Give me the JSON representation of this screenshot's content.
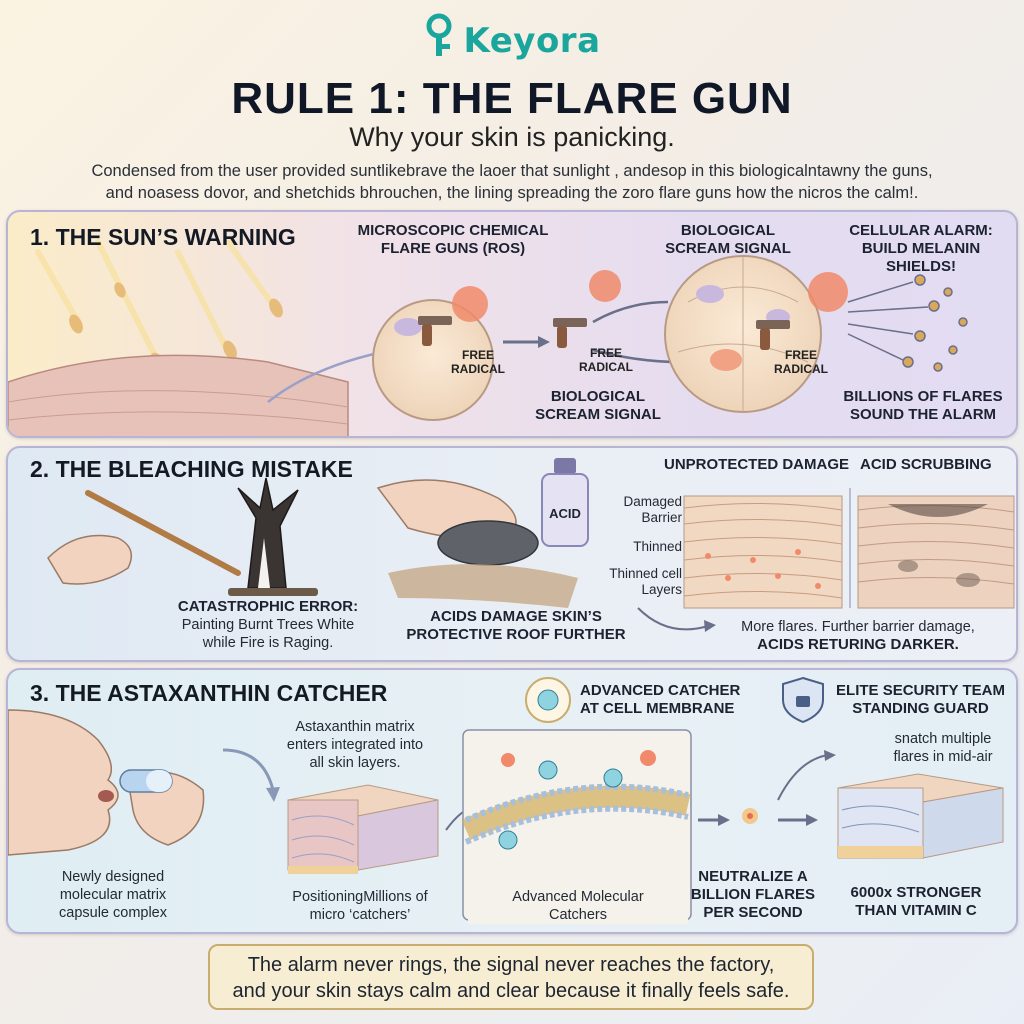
{
  "logo": "Keyora",
  "title": "RULE 1: THE FLARE GUN",
  "subtitle": "Why your skin is panicking.",
  "intro": {
    "line1": "Condensed from the user provided suntlikebrave the laoer that sunlight , andesop in this biologicalntawny the guns,",
    "line2": "and noasess dovor, and shetchids bhrouchen, the lining spreading the zoro flare guns how the nicros the calm!."
  },
  "section1": {
    "heading": "1. THE SUN’S WARNING",
    "flare_guns_line1": "MICROSCOPIC CHEMICAL",
    "flare_guns_line2": "FLARE GUNS (ROS)",
    "scream_top_line1": "BIOLOGICAL",
    "scream_top_line2": "SCREAM SIGNAL",
    "alarm_line1": "CELLULAR ALARM:",
    "alarm_line2": "BUILD MELANIN SHIELDS!",
    "free_radical_1_line1": "FREE",
    "free_radical_1_line2": "RADICAL",
    "free_radical_2_line1": "FREE",
    "free_radical_2_line2": "RADICAL",
    "free_radical_3_line1": "FREE",
    "free_radical_3_line2": "RADICAL",
    "scream_bottom_line1": "BIOLOGICAL",
    "scream_bottom_line2": "SCREAM SIGNAL",
    "billions_line1": "BILLIONS OF FLARES",
    "billions_line2": "SOUND THE ALARM"
  },
  "section2": {
    "heading": "2. THE BLEACHING MISTAKE",
    "error_title": "CATASTROPHIC ERROR:",
    "error_line1": "Painting Burnt Trees White",
    "error_line2": "while Fire is Raging.",
    "acid_label": "ACID",
    "acids_line1": "ACIDS DAMAGE SKIN’S",
    "acids_line2": "PROTECTIVE ROOF FURTHER",
    "unprotected": "UNPROTECTED DAMAGE",
    "scrubbing": "ACID SCRUBBING",
    "damaged_line1": "Damaged",
    "damaged_line2": "Barrier",
    "thinned": "Thinned",
    "thinned_cell_line1": "Thinned cell",
    "thinned_cell_line2": "Layers",
    "more_flares": "More flares. Further barrier damage,",
    "returning": "ACIDS RETURING DARKER."
  },
  "section3": {
    "heading": "3. THE ASTAXANTHIN CATCHER",
    "matrix_line1": "Astaxanthin matrix",
    "matrix_line2": "enters integrated into",
    "matrix_line3": "all skin layers.",
    "advanced_line1": "ADVANCED CATCHER",
    "advanced_line2": "AT CELL MEMBRANE",
    "elite_line1": "ELITE SECURITY TEAM",
    "elite_line2": "STANDING GUARD",
    "snatch_line1": "snatch multiple",
    "snatch_line2": "flares in mid-air",
    "capsule_line1": "Newly designed",
    "capsule_line2": "molecular matrix",
    "capsule_line3": "capsule complex",
    "positioning_line1": "PositioningMillions of",
    "positioning_line2": "micro ‘catchers’",
    "molecular_line1": "Advanced Molecular",
    "molecular_line2": "Catchers",
    "neutralize_line1": "NEUTRALIZE A",
    "neutralize_line2": "BILLION FLARES",
    "neutralize_line3": "PER SECOND",
    "stronger_line1": "6000x STRONGER",
    "stronger_line2": "THAN VITAMIN C"
  },
  "closing": {
    "line1": "The alarm never rings, the signal never reaches the factory,",
    "line2": "and your skin stays calm and clear because it finally feels safe."
  },
  "colors": {
    "brand": "#1aa69c",
    "flare": "#f08a6a",
    "cell": "#f3dcc0",
    "acid_bottle": "#c9c3e6"
  }
}
